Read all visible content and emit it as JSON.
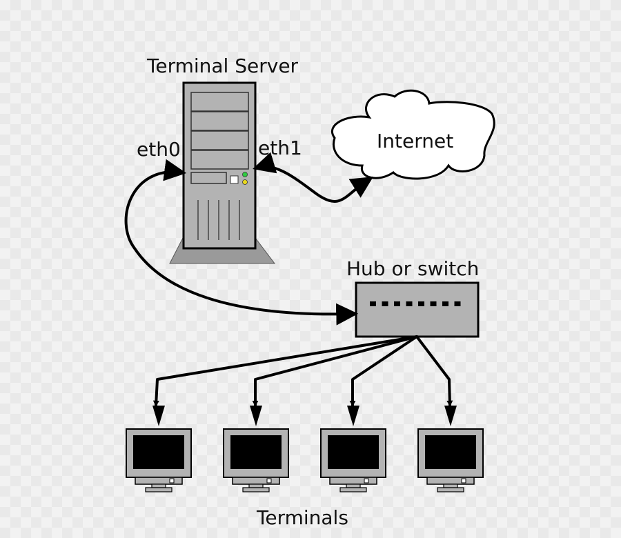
{
  "labels": {
    "terminal_server": "Terminal Server",
    "eth0": "eth0",
    "eth1": "eth1",
    "internet": "Internet",
    "hub": "Hub or switch",
    "terminals": "Terminals"
  },
  "colors": {
    "device_gray": "#b3b3b3",
    "base_gray": "#9a9a9a",
    "screen": "#000000",
    "led_green": "#2ecc40",
    "led_yellow": "#e8d81e",
    "outline": "#000000"
  },
  "terminal_count": 4,
  "hub_ports": 8
}
